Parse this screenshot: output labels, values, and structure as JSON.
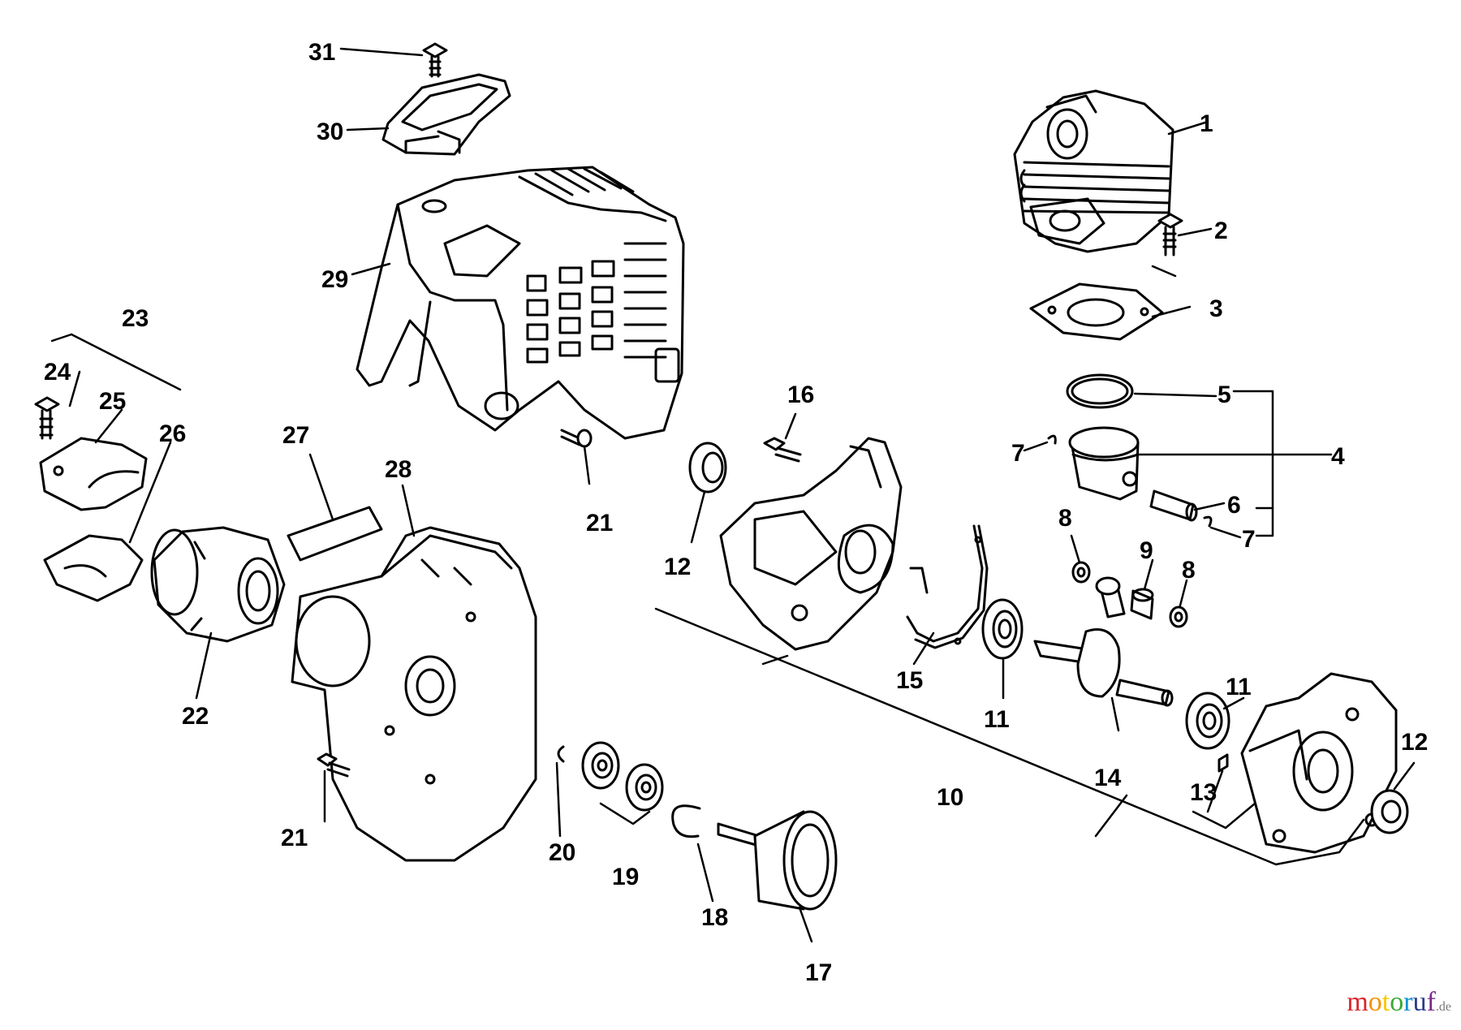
{
  "diagram": {
    "labels": [
      {
        "id": "l1",
        "text": "1"
      },
      {
        "id": "l2",
        "text": "2"
      },
      {
        "id": "l3",
        "text": "3"
      },
      {
        "id": "l4",
        "text": "4"
      },
      {
        "id": "l5",
        "text": "5"
      },
      {
        "id": "l6",
        "text": "6"
      },
      {
        "id": "l7a",
        "text": "7"
      },
      {
        "id": "l7b",
        "text": "7"
      },
      {
        "id": "l8a",
        "text": "8"
      },
      {
        "id": "l8b",
        "text": "8"
      },
      {
        "id": "l9",
        "text": "9"
      },
      {
        "id": "l10",
        "text": "10"
      },
      {
        "id": "l11a",
        "text": "11"
      },
      {
        "id": "l11b",
        "text": "11"
      },
      {
        "id": "l12a",
        "text": "12"
      },
      {
        "id": "l12b",
        "text": "12"
      },
      {
        "id": "l13",
        "text": "13"
      },
      {
        "id": "l14",
        "text": "14"
      },
      {
        "id": "l15",
        "text": "15"
      },
      {
        "id": "l16",
        "text": "16"
      },
      {
        "id": "l17",
        "text": "17"
      },
      {
        "id": "l18",
        "text": "18"
      },
      {
        "id": "l19",
        "text": "19"
      },
      {
        "id": "l20",
        "text": "20"
      },
      {
        "id": "l21a",
        "text": "21"
      },
      {
        "id": "l21b",
        "text": "21"
      },
      {
        "id": "l22",
        "text": "22"
      },
      {
        "id": "l23",
        "text": "23"
      },
      {
        "id": "l24",
        "text": "24"
      },
      {
        "id": "l25",
        "text": "25"
      },
      {
        "id": "l26",
        "text": "26"
      },
      {
        "id": "l27",
        "text": "27"
      },
      {
        "id": "l28",
        "text": "28"
      },
      {
        "id": "l29",
        "text": "29"
      },
      {
        "id": "l30",
        "text": "30"
      },
      {
        "id": "l31",
        "text": "31"
      }
    ]
  },
  "watermark": {
    "brand": "motoruf",
    "domain": ".de",
    "colors": [
      "#d9262b",
      "#f39200",
      "#f6c700",
      "#3aa935",
      "#0a8fcf",
      "#2a3a8f",
      "#7a2a8a"
    ]
  }
}
